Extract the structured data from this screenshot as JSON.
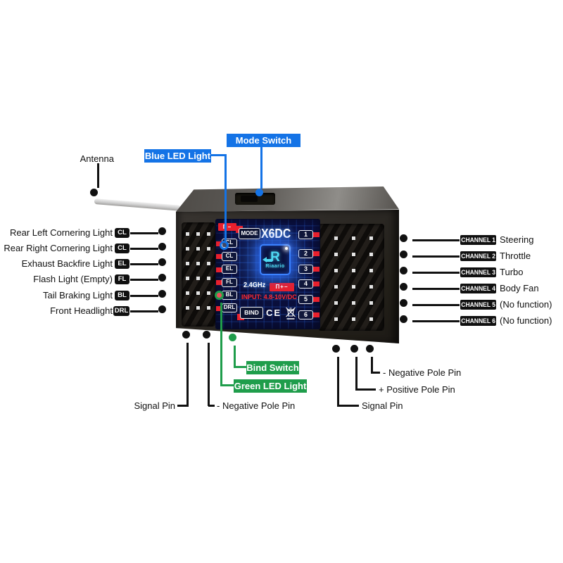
{
  "colors": {
    "callout_blue": "#1473e6",
    "callout_green": "#1f9d4b",
    "accent_red": "#e8202d",
    "logo_cyan": "#4fd9f2",
    "line_black": "#111111"
  },
  "callouts": {
    "antenna": "Antenna",
    "top": {
      "blue_led": "Blue LED Light",
      "mode_switch": "Mode Switch"
    },
    "left": [
      {
        "label": "Rear Left Cornering Light",
        "badge": "CL"
      },
      {
        "label": "Rear Right Cornering Light",
        "badge": "CL"
      },
      {
        "label": "Exhaust Backfire Light",
        "badge": "EL"
      },
      {
        "label": "Flash Light (Empty)",
        "badge": "FL"
      },
      {
        "label": "Tail Braking Light",
        "badge": "BL"
      },
      {
        "label": "Front Headlight",
        "badge": "DRL"
      }
    ],
    "right": [
      {
        "badge": "CHANNEL 1",
        "label": "Steering"
      },
      {
        "badge": "CHANNEL 2",
        "label": "Throttle"
      },
      {
        "badge": "CHANNEL 3",
        "label": "Turbo"
      },
      {
        "badge": "CHANNEL 4",
        "label": "Body Fan"
      },
      {
        "badge": "CHANNEL 5",
        "label": "(No function)"
      },
      {
        "badge": "CHANNEL 6",
        "label": "(No function)"
      }
    ],
    "bottom_left": {
      "signal_pin": "Signal Pin",
      "negative_pole": "- Negative Pole Pin"
    },
    "bottom_center": {
      "bind_switch": "Bind Switch",
      "green_led": "Green LED Light"
    },
    "bottom_right": {
      "negative_pole": "- Negative Pole Pin",
      "positive_pole": "+ Positive Pole Pin",
      "signal_pin": "Signal Pin"
    }
  },
  "device": {
    "model": "X6DC",
    "brand": "Riaario",
    "mode_button": "MODE",
    "bind_button": "BIND",
    "frequency": "2.4GHz",
    "input_rating": "INPUT: 4.8-10V/DC",
    "signal_symbol_top": "Π−",
    "signal_symbol_mid": "Π+−",
    "ce_mark": "CE",
    "left_ports": [
      "CL",
      "CL",
      "EL",
      "FL",
      "BL",
      "DRL"
    ],
    "channel_numbers": [
      "1",
      "2",
      "3",
      "4",
      "5",
      "6"
    ]
  }
}
